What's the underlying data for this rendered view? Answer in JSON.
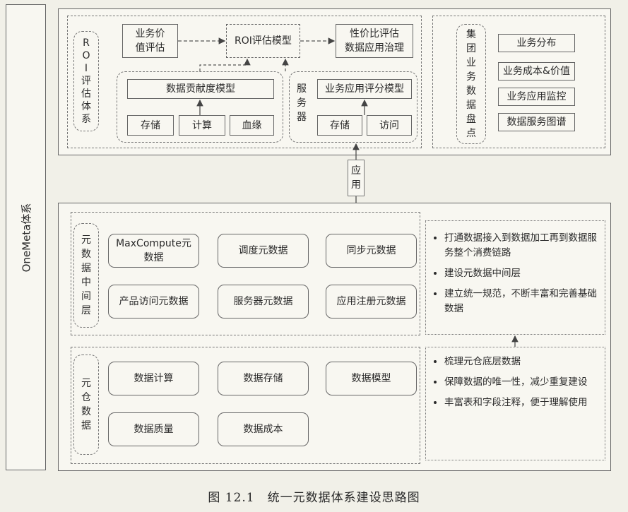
{
  "outer_label": "OneMeta体系",
  "roi": {
    "vertical_label": [
      "R",
      "O",
      "I",
      "评",
      "估",
      "体",
      "系"
    ],
    "value_eval": "业务价\n值评估",
    "roi_model": "ROI评估模型",
    "cost_perf": "性价比评估\n数据应用治理",
    "contrib_model": "数据贡献度模型",
    "contrib_items": [
      "存储",
      "计算",
      "血缘"
    ],
    "server_label": [
      "服",
      "务",
      "器"
    ],
    "app_score_model": "业务应用评分模型",
    "app_score_items": [
      "存储",
      "访问"
    ],
    "group_label": [
      "集",
      "团",
      "业",
      "务",
      "数",
      "据",
      "盘",
      "点"
    ],
    "group_items": [
      "业务分布",
      "业务成本&价值",
      "业务应用监控",
      "数据服务图谱"
    ]
  },
  "connector_label": [
    "应",
    "用"
  ],
  "meta_middle": {
    "vertical_label": [
      "元",
      "数",
      "据",
      "中",
      "间",
      "层"
    ],
    "items": [
      "MaxCompute元\n数据",
      "调度元数据",
      "同步元数据",
      "产品访问元数据",
      "服务器元数据",
      "应用注册元数据"
    ],
    "bullets": [
      "打通数据接入到数据加工再到数据服务整个消费链路",
      "建设元数据中间层",
      "建立统一规范，不断丰富和完善基础数据"
    ]
  },
  "meta_warehouse": {
    "vertical_label": [
      "元",
      "仓",
      "数",
      "据"
    ],
    "items": [
      "数据计算",
      "数据存储",
      "数据模型",
      "数据质量",
      "数据成本"
    ],
    "bullets": [
      "梳理元仓底层数据",
      "保障数据的唯一性，减少重复建设",
      "丰富表和字段注释，便于理解使用"
    ]
  },
  "caption": "图 12.1　统一元数据体系建设思路图"
}
